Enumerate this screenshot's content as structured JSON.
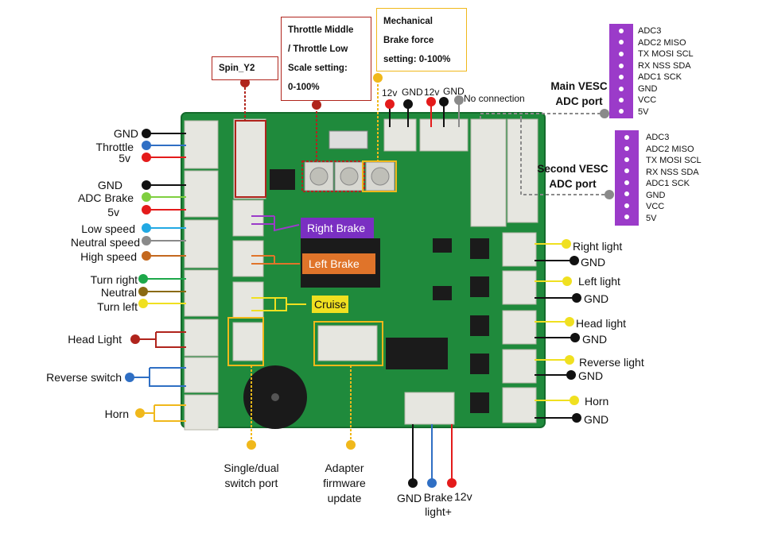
{
  "colors": {
    "board": "#1f8a3c",
    "connector": "#e6e6e0",
    "black": "#111111",
    "red": "#e41b1b",
    "blue": "#2f6fc4",
    "light_green": "#7fcf3f",
    "cyan": "#22a9e3",
    "gray": "#8a8a8a",
    "orange_brown": "#c4681e",
    "green": "#1da84a",
    "olive_brown": "#8a6a12",
    "yellow": "#f0e020",
    "dark_red": "#b0241c",
    "gold": "#f0b81b",
    "purple": "#9b3bc9",
    "purple_tag": "#7a2fc2",
    "orange_tag": "#e0742a"
  },
  "left_labels": {
    "gnd_1": "GND",
    "throttle": "Throttle",
    "v5_1": "5v",
    "gnd_2": "GND",
    "adc_brake": "ADC Brake",
    "v5_2": "5v",
    "low_speed": "Low speed",
    "neutral_speed": "Neutral speed",
    "high_speed": "High speed",
    "turn_right": "Turn right",
    "neutral": "Neutral",
    "turn_left": "Turn left",
    "head_light": "Head Light",
    "reverse_switch": "Reverse switch",
    "horn": "Horn"
  },
  "right_labels": {
    "right_light": "Right light",
    "gnd_a": "GND",
    "left_light": "Left light",
    "gnd_b": "GND",
    "head_light": "Head light",
    "gnd_c": "GND",
    "reverse_light": "Reverse light",
    "gnd_d": "GND",
    "horn": "Horn",
    "gnd_e": "GND"
  },
  "top_boxes": {
    "spin_y2": "Spin_Y2",
    "throttle_middle": [
      "Throttle Middle",
      "/ Throttle Low",
      "Scale setting:",
      "0-100%"
    ],
    "mechanical": [
      "Mechanical",
      "Brake force",
      "setting:  0-100%"
    ]
  },
  "top_pins": {
    "v12_a": "12v",
    "gnd_a": "GND",
    "v12_b": "12v",
    "gnd_b": "GND",
    "no_connection": "No connection"
  },
  "vesc": {
    "main_title": [
      "Main VESC",
      "ADC port"
    ],
    "second_title": [
      "Second VESC",
      "ADC port"
    ],
    "pins": [
      "ADC3",
      "ADC2 MISO",
      "TX MOSI SCL",
      "RX NSS SDA",
      "ADC1 SCK",
      "GND",
      "VCC",
      "5V"
    ]
  },
  "tags": {
    "right_brake": "Right Brake",
    "left_brake": "Left Brake",
    "cruise": "Cruise"
  },
  "bottom_labels": {
    "single_dual": [
      "Single/dual",
      "switch port"
    ],
    "adapter": [
      "Adapter",
      "firmware",
      "update"
    ],
    "gnd": "GND",
    "brake_light": [
      "Brake",
      "light+"
    ],
    "v12": "12v"
  }
}
